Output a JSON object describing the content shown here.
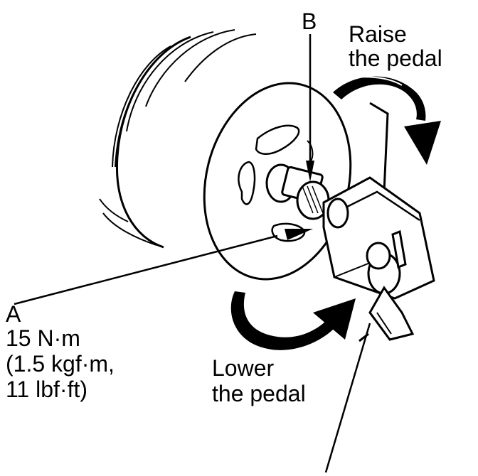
{
  "labels": {
    "b": "B",
    "raise_line1": "Raise",
    "raise_line2": "the pedal",
    "a": "A",
    "torque_nm": "15 N·m",
    "torque_kgf": "(1.5 kgf·m,",
    "torque_lbf": "11 lbf·ft)",
    "lower_line1": "Lower",
    "lower_line2": "the pedal"
  },
  "colors": {
    "ink": "#000000",
    "paper": "#ffffff"
  }
}
